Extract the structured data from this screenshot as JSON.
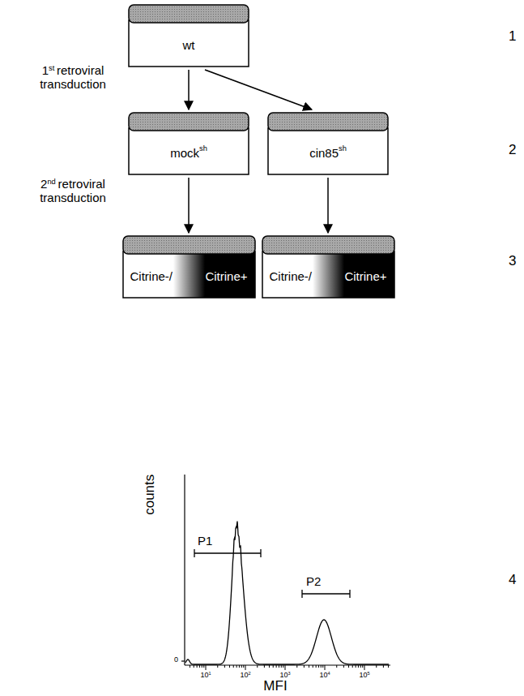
{
  "diagram": {
    "nodes": [
      {
        "text": [
          "wt"
        ]
      },
      {
        "text": [
          "mock",
          "sh"
        ]
      },
      {
        "text": [
          "cin85",
          "sh"
        ]
      },
      {
        "text": [
          "Citrine-/",
          "Citrine+"
        ]
      },
      {
        "text": [
          "Citrine-/",
          "Citrine+"
        ]
      }
    ],
    "edges": [
      {
        "from": 0,
        "to": 1,
        "arrow": "to"
      },
      {
        "from": 0,
        "to": 2,
        "arrow": "to"
      },
      {
        "from": 1,
        "to": 3,
        "arrow": "to"
      },
      {
        "from": 2,
        "to": 4,
        "arrow": "to"
      }
    ],
    "labels": [
      "1",
      "2",
      "3",
      "4",
      "1",
      "st",
      "retroviral transduction",
      "2",
      "nd",
      "retroviral transduction",
      "P1",
      "P2",
      "counts",
      "MFI",
      "0",
      "10",
      "1",
      "10",
      "2",
      "10",
      "3",
      "10",
      "4",
      "10",
      "5"
    ]
  }
}
